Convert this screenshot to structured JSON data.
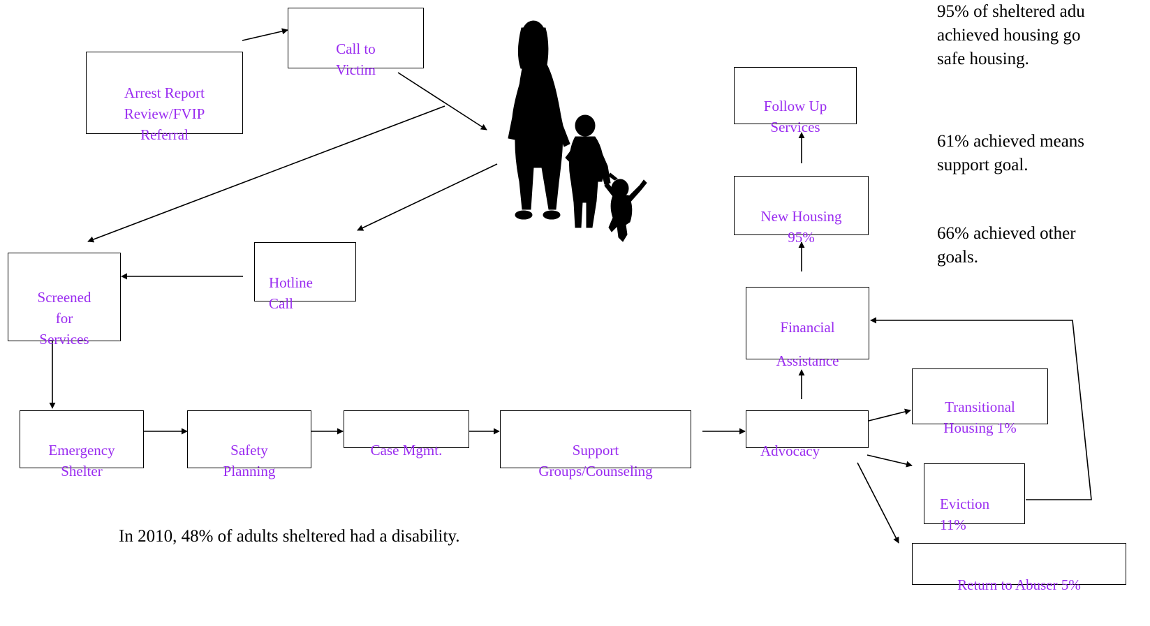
{
  "nodes": {
    "arrest_report": "Arrest Report\nReview/FVIP\nReferral",
    "call_to_victim": "Call to\nVictim",
    "hotline_call": "Hotline\nCall",
    "screened": "Screened\nfor\nServices",
    "emergency_shelter": "Emergency\nShelter",
    "safety_planning": "Safety\nPlanning",
    "case_mgmt": "Case Mgmt.",
    "support_groups": "Support\nGroups/Counseling",
    "advocacy": "Advocacy",
    "financial_assistance": "Financial\n\nAssistance",
    "new_housing": "New Housing\n95%",
    "follow_up": "Follow Up\nServices",
    "transitional": "Transitional\nHousing  1%",
    "eviction": "Eviction\n11%",
    "return_abuser": "Return to Abuser  5%"
  },
  "stats": {
    "housing": "95% of sheltered adu\nachieved housing go\nsafe housing.",
    "means": "61% achieved means\nsupport goal.",
    "other": "66% achieved other\ngoals."
  },
  "footer_note": "In 2010, 48% of adults sheltered had a disability.",
  "colors": {
    "node_text": "#9a2cf0",
    "line": "#000000",
    "silhouette": "#000000"
  }
}
